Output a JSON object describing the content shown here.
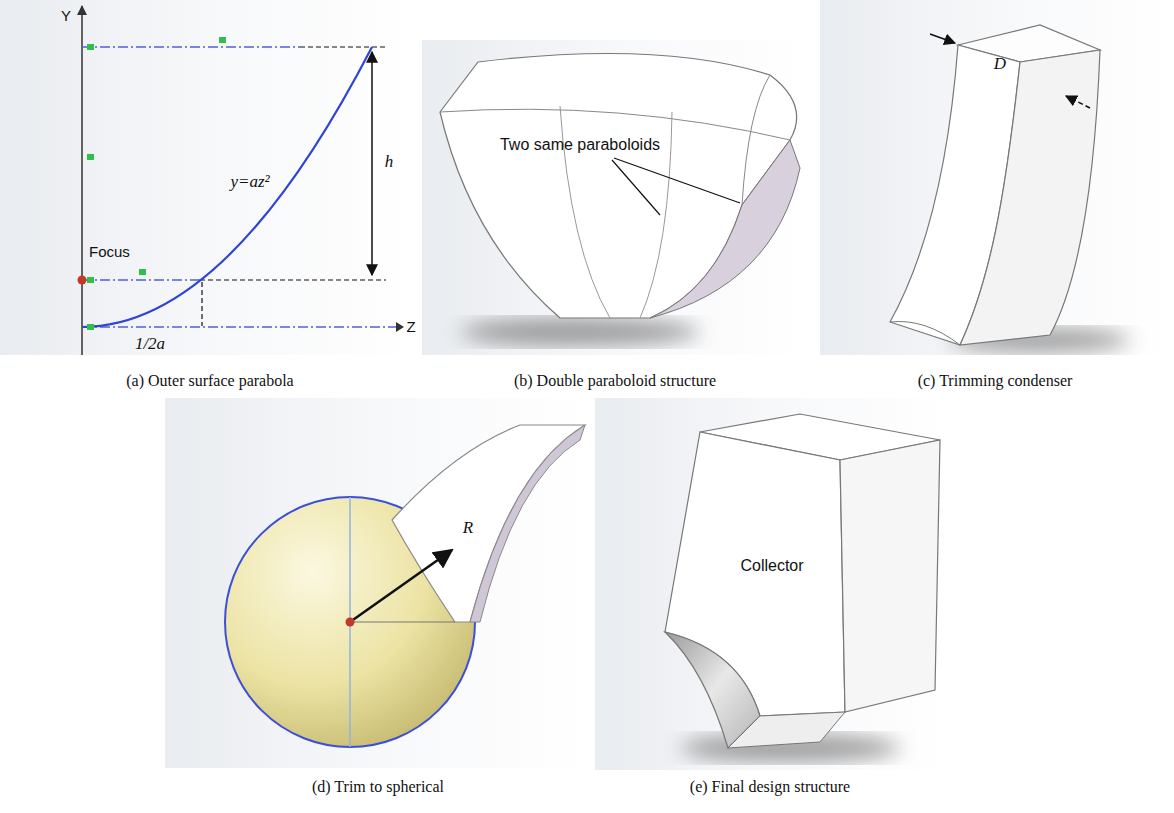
{
  "diagram": {
    "labels": [
      "Y",
      "Z",
      "Focus",
      "y=az²",
      "h",
      "1/2a",
      "(a) Outer surface parabola",
      "Two same paraboloids",
      "(b) Double paraboloid structure",
      "D",
      "(c) Trimming condenser",
      "R",
      "(d) Trim to spherical",
      "Collector",
      "(e) Final design structure"
    ]
  }
}
